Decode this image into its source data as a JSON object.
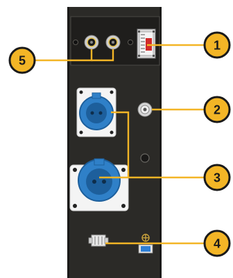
{
  "colors": {
    "page_background": "#ffffff",
    "panel": "#2b2a27",
    "panel_edge": "#1a1918",
    "top_recess": "#1f1e1c",
    "socket_blue": "#2f80c8",
    "socket_blue_dark": "#1d5f9c",
    "socket_frame": "#f4f4f4",
    "leader_line": "#f3b526",
    "callout_fill": "#f3b526",
    "callout_stroke": "#1a1a1a",
    "callout_text": "#1a1a1a",
    "meter_red": "#d12a2a",
    "ground_label": "#c9a23c",
    "switch_blue": "#2e7fd6"
  },
  "callouts": [
    {
      "id": "1",
      "label": "1",
      "target": "voltage-meter"
    },
    {
      "id": "2",
      "label": "2",
      "target": "ground-terminal"
    },
    {
      "id": "3",
      "label": "3",
      "target": "power-sockets"
    },
    {
      "id": "4",
      "label": "4",
      "target": "grounding-connector"
    },
    {
      "id": "5",
      "label": "5",
      "target": "rca-jacks"
    }
  ],
  "icons": {
    "meter": "analog-voltmeter-icon",
    "terminal": "binding-post-icon",
    "socket": "schuko-socket-icon",
    "connector": "ground-clamp-icon",
    "ground": "ground-symbol-icon",
    "switch": "switch-icon",
    "rca": "rca-jack-icon"
  }
}
